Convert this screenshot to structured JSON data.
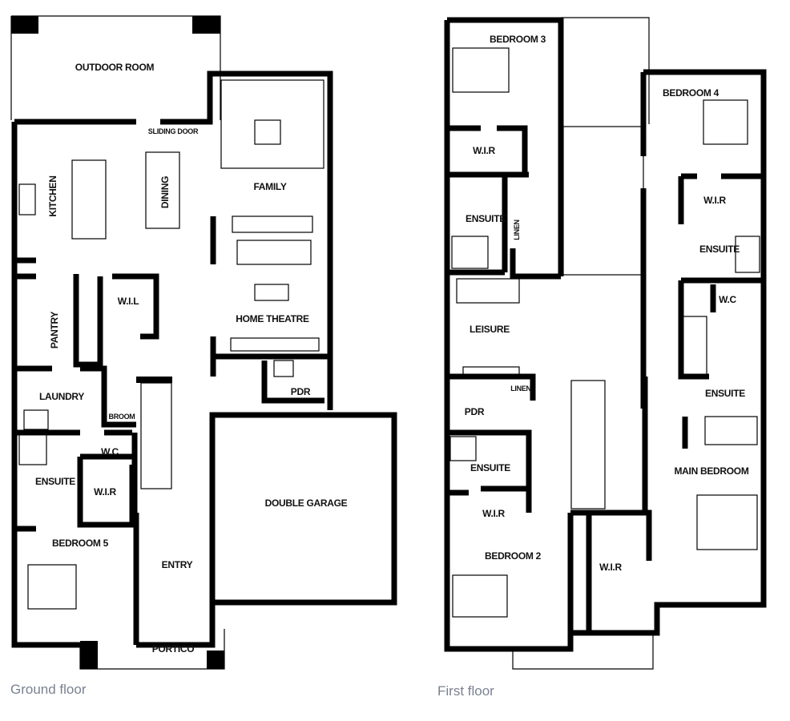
{
  "ground_floor": {
    "caption": "Ground floor",
    "rooms": [
      "OUTDOOR ROOM",
      "SLIDING DOOR",
      "KITCHEN",
      "DINING",
      "FAMILY",
      "HOME THEATRE",
      "W.I.L",
      "PANTRY",
      "LAUNDRY",
      "BROOM",
      "PDR",
      "W.C",
      "ENSUITE",
      "W.I.R",
      "DOUBLE GARAGE",
      "BEDROOM 5",
      "ENTRY",
      "PORTICO"
    ]
  },
  "first_floor": {
    "caption": "First floor",
    "rooms": [
      "BEDROOM 3",
      "W.I.R",
      "ENSUITE",
      "LINEN",
      "BEDROOM 4",
      "W.I.R",
      "ENSUITE",
      "W.C",
      "LEISURE",
      "PDR",
      "LINEN",
      "ENSUITE",
      "ENSUITE",
      "MAIN BEDROOM",
      "W.I.R",
      "BEDROOM 2",
      "W.I.R"
    ]
  }
}
